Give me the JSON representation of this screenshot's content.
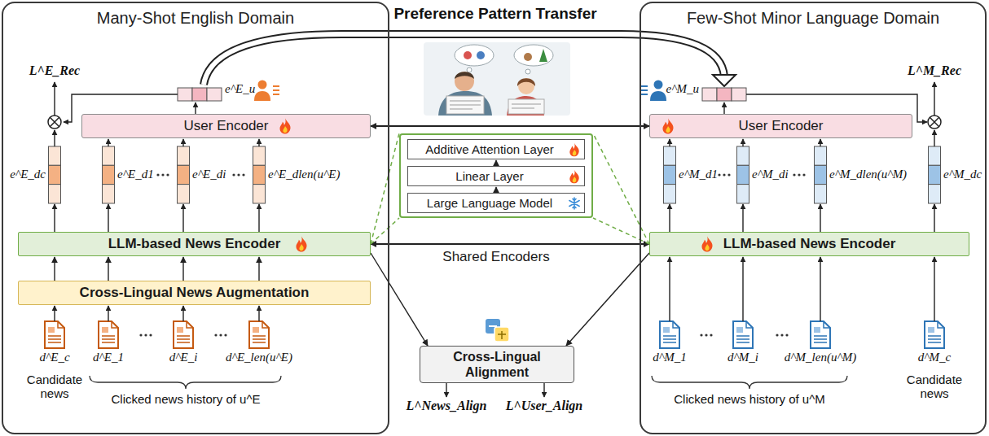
{
  "diagram": {
    "title": "Preference Pattern Transfer",
    "nodes": [
      {
        "text": [
          "Many-Shot English Domain"
        ]
      },
      {
        "text": [
          "User Encoder"
        ],
        "in": 0
      },
      {
        "text": [
          "LLM-based News Encoder"
        ],
        "in": 0
      },
      {
        "text": [
          "Cross-Lingual News Augmentation"
        ],
        "in": 0
      },
      {
        "text": [
          "Shared Encoders"
        ]
      },
      {
        "text": [
          "Additive Attention Layer"
        ],
        "in": 4
      },
      {
        "text": [
          "Linear Layer"
        ],
        "in": 4
      },
      {
        "text": [
          "Large Language Model"
        ],
        "in": 4
      },
      {
        "text": [
          "Cross-Lingual Alignment"
        ]
      },
      {
        "text": [
          "Few-Shot Minor Language Domain"
        ]
      },
      {
        "text": [
          "User Encoder"
        ],
        "in": 9
      },
      {
        "text": [
          "LLM-based News Encoder"
        ],
        "in": 9
      }
    ],
    "edges": [
      {
        "from": 3,
        "to": 2,
        "arrow": "to"
      },
      {
        "from": 1,
        "to": 10,
        "arrow": "both"
      },
      {
        "from": 2,
        "to": 11,
        "arrow": "both"
      },
      {
        "from": 7,
        "to": 6,
        "arrow": "to"
      },
      {
        "from": 6,
        "to": 5,
        "arrow": "to"
      },
      {
        "from": 2,
        "to": 4,
        "arrow": "none"
      },
      {
        "from": 11,
        "to": 4,
        "arrow": "none"
      },
      {
        "from": 2,
        "to": 8,
        "arrow": "to"
      },
      {
        "from": 11,
        "to": 8,
        "arrow": "to"
      }
    ],
    "labels": [
      "L^E_Rec",
      "e^E_u",
      "e^E_dc",
      "e^E_d1",
      "e^E_di",
      "e^E_dlen(u^E)",
      "d^E_c",
      "d^E_1",
      "d^E_i",
      "d^E_len(u^E)",
      "Candidate news",
      "Clicked news history of u^E",
      "L^News_Align",
      "L^User_Align",
      "L^M_Rec",
      "e^M_u",
      "e^M_d1",
      "e^M_di",
      "e^M_dlen(u^M)",
      "e^M_dc",
      "d^M_1",
      "d^M_i",
      "d^M_len(u^M)",
      "d^M_c",
      "Clicked news history of u^M",
      "Candidate news"
    ]
  }
}
